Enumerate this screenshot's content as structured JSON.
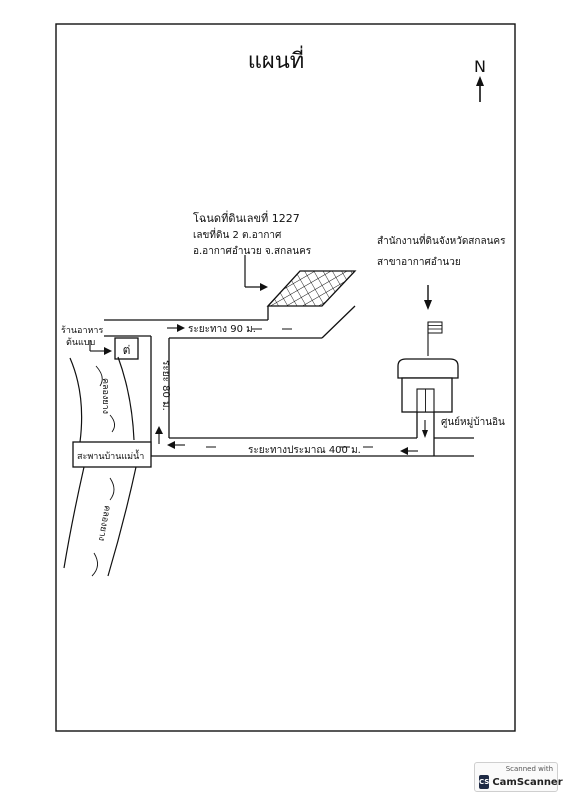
{
  "title": "แผนที่",
  "north": "N",
  "parcel": {
    "line1": "โฉนดที่ดินเลขที่ 1227",
    "line2": "เลขที่ดิน 2 ต.อากาศ",
    "line3": "อ.อากาศอำนวย จ.สกลนคร"
  },
  "office": {
    "line1": "สำนักงานที่ดินจังหวัดสกลนคร",
    "line2": "สาขาอากาศอำนวย"
  },
  "shop": {
    "line1": "ร้านอาหาร",
    "line2": "ต้นแบบ"
  },
  "shop_sign": "ต่",
  "distances": {
    "upper_road": "ระยะทาง 90 ม.",
    "side_road": "ระยะ 80 ม.",
    "main_road": "ระยะทางประมาณ 400 ม."
  },
  "canal_upper": "คลองยาง",
  "canal_lower": "คลองยาง",
  "bridge": "สะพานบ้านแม่น้ำ",
  "village_hall": "ศูนย์หมู่บ้านอิน",
  "scanner": {
    "line1": "Scanned with",
    "line2": "CamScanner",
    "logo": "CS"
  }
}
